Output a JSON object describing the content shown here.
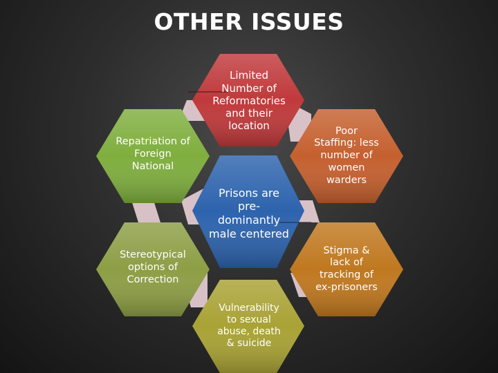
{
  "slide": {
    "title": "OTHER ISSUES"
  },
  "hexagons": [
    {
      "id": "reformatories",
      "label": "Limited\nNumber of\nReformatories\nand their\nlocation",
      "color": "#c0393b"
    },
    {
      "id": "repatriation",
      "label": "Repatriation of\nForeign\nNational",
      "color": "#7fae3e"
    },
    {
      "id": "staffing",
      "label": "Poor\nStaffing: less\nnumber of\nwomen\nwarders",
      "color": "#c5602f"
    },
    {
      "id": "prisons",
      "label": "Prisons are\npre-\ndominantly\nmale centered",
      "color": "#2d63ad"
    },
    {
      "id": "stereotypical",
      "label": "Stereotypical\noptions of\nCorrection",
      "color": "#8d9e45"
    },
    {
      "id": "stigma",
      "label": "Stigma &\nlack of\ntracking of\nex-prisoners",
      "color": "#c0781f"
    },
    {
      "id": "vulnerability",
      "label": "Vulnerability\nto sexual\nabuse, death\n& suicide",
      "color": "#a9a235"
    }
  ]
}
